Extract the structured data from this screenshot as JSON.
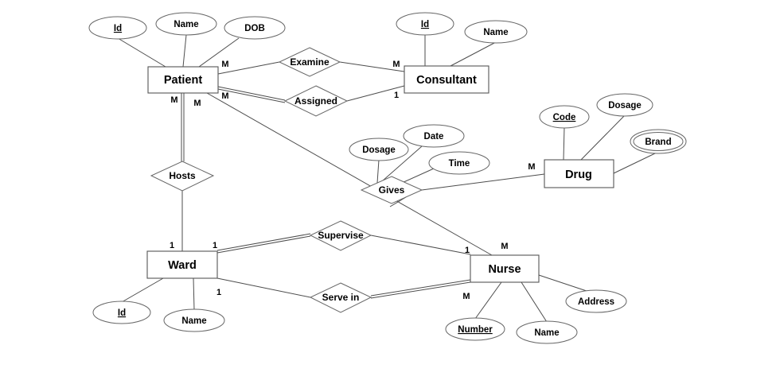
{
  "entities": {
    "patient": "Patient",
    "consultant": "Consultant",
    "drug": "Drug",
    "ward": "Ward",
    "nurse": "Nurse"
  },
  "relationships": {
    "examine": "Examine",
    "assigned": "Assigned",
    "hosts": "Hosts",
    "gives": "Gives",
    "supervise": "Supervise",
    "serve_in": "Serve in"
  },
  "attributes": {
    "patient_id": "Id",
    "patient_name": "Name",
    "patient_dob": "DOB",
    "consultant_id": "Id",
    "consultant_name": "Name",
    "drug_code": "Code",
    "drug_dosage": "Dosage",
    "drug_brand": "Brand",
    "gives_dosage": "Dosage",
    "gives_date": "Date",
    "gives_time": "Time",
    "ward_id": "Id",
    "ward_name": "Name",
    "nurse_number": "Number",
    "nurse_name": "Name",
    "nurse_address": "Address"
  },
  "cardinalities": {
    "patient_examine": "M",
    "consultant_examine": "M",
    "patient_assigned": "M",
    "consultant_assigned": "1",
    "patient_hosts": "M",
    "patient_nurse": "M",
    "ward_hosts": "1",
    "ward_supervise": "1",
    "nurse_supervise": "1",
    "nurse_patient": "M",
    "ward_serve": "1",
    "nurse_serve": "M",
    "drug_gives": "M"
  }
}
